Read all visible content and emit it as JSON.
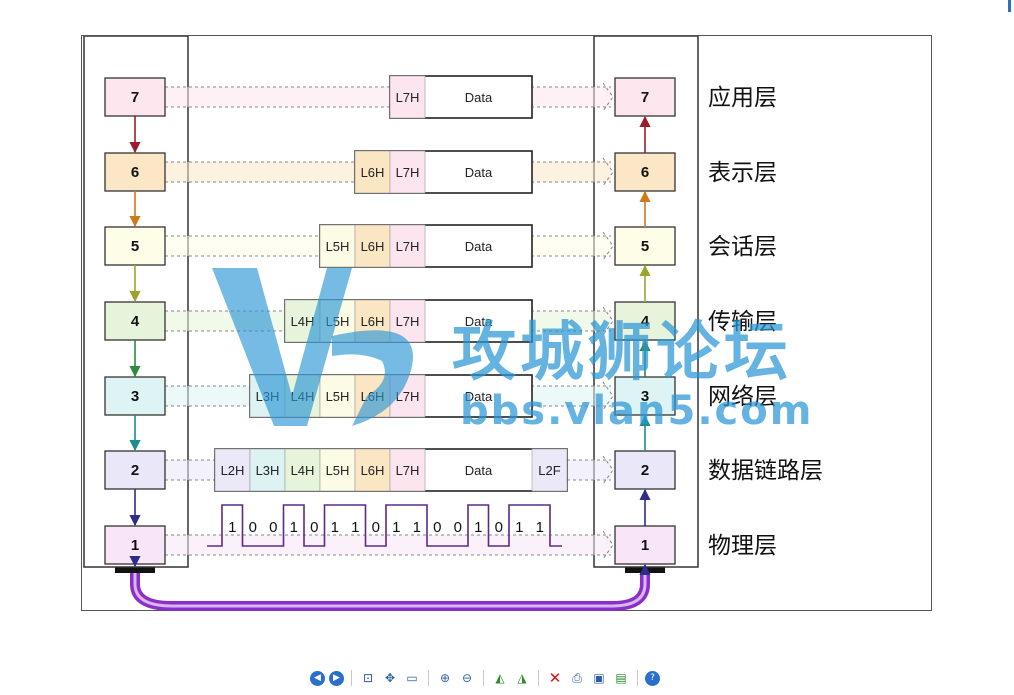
{
  "diagram": {
    "layers": [
      {
        "num": "7",
        "name": "应用层",
        "fill": "#fde6ee",
        "headers": [
          "L7H"
        ]
      },
      {
        "num": "6",
        "name": "表示层",
        "fill": "#fbe7c6",
        "headers": [
          "L6H",
          "L7H"
        ]
      },
      {
        "num": "5",
        "name": "会话层",
        "fill": "#fdfde8",
        "headers": [
          "L5H",
          "L6H",
          "L7H"
        ]
      },
      {
        "num": "4",
        "name": "传输层",
        "fill": "#e5f4da",
        "headers": [
          "L4H",
          "L5H",
          "L6H",
          "L7H"
        ]
      },
      {
        "num": "3",
        "name": "网络层",
        "fill": "#def4f4",
        "headers": [
          "L3H",
          "L4H",
          "L5H",
          "L6H",
          "L7H"
        ]
      },
      {
        "num": "2",
        "name": "数据链路层",
        "fill": "#e9e7f8",
        "headers": [
          "L2H",
          "L3H",
          "L4H",
          "L5H",
          "L6H",
          "L7H"
        ],
        "trailer": "L2F"
      },
      {
        "num": "1",
        "name": "物理层",
        "fill": "#f8e6f8",
        "headers": []
      }
    ],
    "header_fills": {
      "L2H": "#ebe8f8",
      "L3H": "#ddf3f3",
      "L4H": "#e6f4dc",
      "L5H": "#fcfce6",
      "L6H": "#fbe6c4",
      "L7H": "#fce5ee",
      "L2F": "#ebe8f8"
    },
    "data_label": "Data",
    "bits": [
      "1",
      "0",
      "0",
      "1",
      "0",
      "1",
      "1",
      "0",
      "1",
      "1",
      "0",
      "0",
      "1",
      "0",
      "1",
      "1"
    ],
    "arrow_colors": {
      "7-6": "#9b1c2c",
      "6-5": "#cc7a1e",
      "5-4": "#9aa62a",
      "4-3": "#2e8b3c",
      "3-2": "#1e8d8d",
      "2-1": "#2d2d8a",
      "1-cable": "#2d2d8a"
    },
    "cable_color": "#8b2fc9"
  },
  "watermark": {
    "title": "攻城狮论坛",
    "url": "bbs.vlan5.com",
    "color": "#2b96d6"
  },
  "toolbar": {
    "buttons": [
      {
        "name": "prev-image-button",
        "icon": "◀",
        "style": "round"
      },
      {
        "name": "next-image-button",
        "icon": "▶",
        "style": "round"
      },
      {
        "name": "fit-window-button",
        "icon": "⊡",
        "style": ""
      },
      {
        "name": "actual-size-button",
        "icon": "✥",
        "style": ""
      },
      {
        "name": "slideshow-button",
        "icon": "▭",
        "style": ""
      },
      {
        "name": "zoom-in-button",
        "icon": "⊕",
        "style": ""
      },
      {
        "name": "zoom-out-button",
        "icon": "⊖",
        "style": ""
      },
      {
        "name": "rotate-left-button",
        "icon": "◭",
        "style": "green"
      },
      {
        "name": "rotate-right-button",
        "icon": "◮",
        "style": "green"
      },
      {
        "name": "delete-button",
        "icon": "✕",
        "style": "red"
      },
      {
        "name": "print-button",
        "icon": "⎙",
        "style": ""
      },
      {
        "name": "save-button",
        "icon": "▣",
        "style": ""
      },
      {
        "name": "edit-button",
        "icon": "▤",
        "style": "green"
      },
      {
        "name": "help-button",
        "icon": "?",
        "style": "round"
      }
    ]
  }
}
